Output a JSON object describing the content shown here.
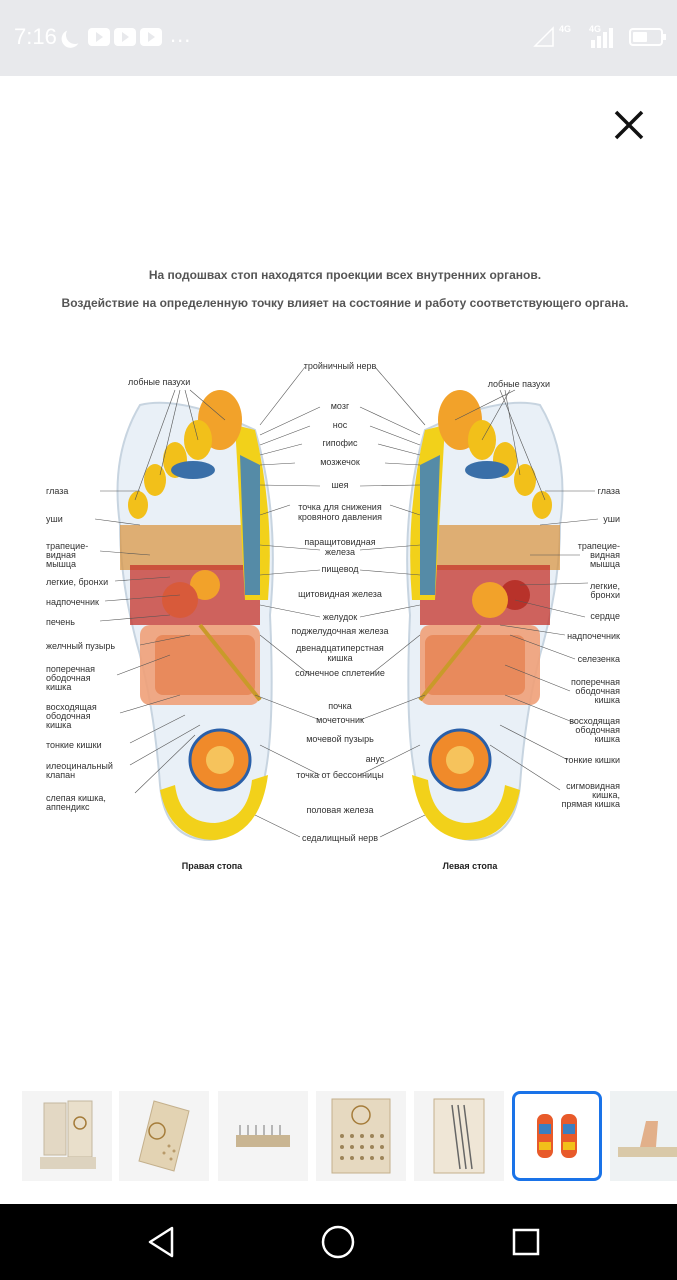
{
  "status_bar": {
    "time": "7:16",
    "more": "...",
    "network_left": "4G",
    "network_right": "4G"
  },
  "viewer": {
    "close_icon": "close-icon"
  },
  "image": {
    "caption_line1": "На подошвах стоп находятся проекции всех внутренних органов.",
    "caption_line2": "Воздействие на определенную точку влияет на состояние и работу соответствующего органа.",
    "right_foot_title": "Правая стопа",
    "left_foot_title": "Левая стопа",
    "center_labels": [
      "тройничный нерв",
      "мозг",
      "нос",
      "гипофис",
      "мозжечок",
      "шея",
      "точка для снижения",
      "кровяного давления",
      "паращитовидная",
      "железа",
      "пищевод",
      "щитовидная железа",
      "желудок",
      "поджелудочная железа",
      "двенадцатиперстная",
      "кишка",
      "солнечное сплетение",
      "почка",
      "мочеточник",
      "мочевой пузырь",
      "анус",
      "точка от бессонницы",
      "половая железа",
      "седалищный нерв"
    ],
    "left_side_labels": [
      "лобные пазухи",
      "глаза",
      "уши",
      "трапецие-",
      "видная",
      "мышца",
      "легкие, бронхи",
      "надпочечник",
      "печень",
      "желчный пузырь",
      "поперечная",
      "ободочная",
      "кишка",
      "восходящая",
      "ободочная",
      "кишка",
      "тонкие кишки",
      "илеоцинальный",
      "клапан",
      "слепая кишка,",
      "аппендикс"
    ],
    "right_side_labels": [
      "лобные пазухи",
      "глаза",
      "уши",
      "трапецие-",
      "видная",
      "мышца",
      "легкие,",
      "бронхи",
      "сердце",
      "надпочечник",
      "селезенка",
      "поперечная",
      "ободочная",
      "кишка",
      "восходящая",
      "ободочная",
      "кишка",
      "тонкие кишки",
      "сигмовидная",
      "кишка,",
      "прямая кишка"
    ]
  },
  "thumbnails": {
    "selected_index": 5,
    "count_visible": 7
  },
  "nav_bar": {
    "back_icon": "back-triangle-icon",
    "home_icon": "home-circle-icon",
    "recents_icon": "recents-square-icon"
  }
}
